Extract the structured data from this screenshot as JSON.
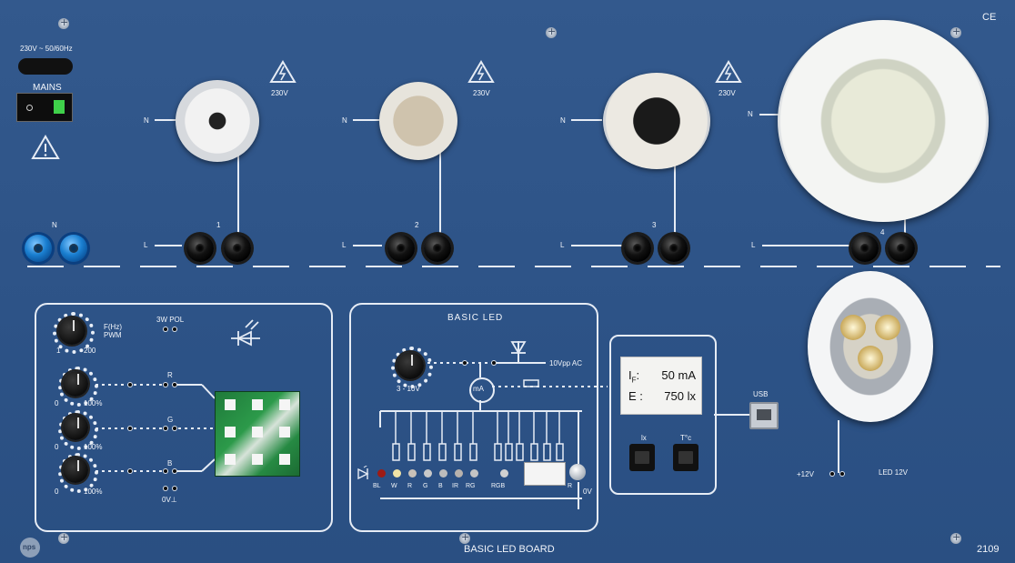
{
  "labels": {
    "mains_voltage": "230V ~ 50/60Hz",
    "mains": "MAINS",
    "ce": "CE",
    "v230": "230V",
    "neutral": "N",
    "line": "L",
    "socket_1": "1",
    "socket_2": "2",
    "socket_3": "3",
    "socket_4": "4",
    "freq_pwm_1": "F(Hz)",
    "freq_pwm_2": "PWM",
    "freq_min": "1",
    "freq_max": "200",
    "pol": "3W POL",
    "ch_r": "R",
    "ch_g": "G",
    "ch_b": "B",
    "pct_min": "0",
    "pct_max": "100%",
    "zero_v": "0V⊥",
    "basic_led": "BASIC LED",
    "range": "3  -  10V",
    "vpp": "10Vpp  AC",
    "ma": "mA",
    "led_codes": [
      "BL",
      "W",
      "R",
      "G",
      "B",
      "IR",
      "RG",
      "RGB",
      "R"
    ],
    "ov": "0V",
    "usb": "USB",
    "lx": "lx",
    "temp": "T°c",
    "plus12": "+12V",
    "led12": "LED 12V",
    "board_title": "BASIC LED BOARD",
    "model": "2109",
    "logo": "nps"
  },
  "display": {
    "if_label": "I",
    "if_sub": "F",
    "if_colon": ":",
    "if_value": "50 mA",
    "e_label": "E :",
    "e_value": "750 lx"
  },
  "colors": {
    "board": "#2f5588",
    "line": "#e6ecf5",
    "jack_black": "#111111",
    "jack_blue": "#1a7fd0"
  }
}
